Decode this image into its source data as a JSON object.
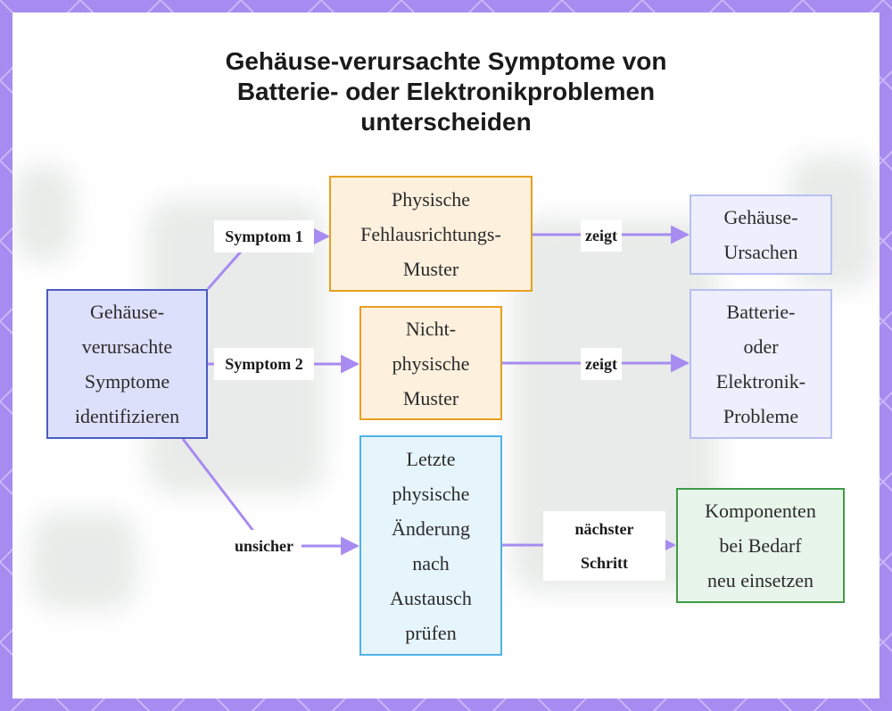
{
  "title_lines": [
    "Gehäuse-verursachte Symptome von",
    "Batterie- oder Elektronikproblemen",
    "unterscheiden"
  ],
  "nodes": {
    "start": {
      "lines": [
        "Gehäuse-",
        "verursachte",
        "Symptome",
        "identifizieren"
      ]
    },
    "physical": {
      "lines": [
        "Physische",
        "Fehlausrichtungs-",
        "Muster"
      ]
    },
    "nonphysical": {
      "lines": [
        "Nicht-",
        "physische",
        "Muster"
      ]
    },
    "lastchange": {
      "lines": [
        "Letzte",
        "physische",
        "Änderung",
        "nach",
        "Austausch",
        "prüfen"
      ]
    },
    "housing": {
      "lines": [
        "Gehäuse-",
        "Ursachen"
      ]
    },
    "battery": {
      "lines": [
        "Batterie-",
        "oder",
        "Elektronik-",
        "Probleme"
      ]
    },
    "reseat": {
      "lines": [
        "Komponenten",
        "bei Bedarf",
        "neu einsetzen"
      ]
    }
  },
  "edge_labels": {
    "symptom1": "Symptom 1",
    "symptom2": "Symptom 2",
    "unsure": "unsicher",
    "shows1": "zeigt",
    "shows2": "zeigt",
    "next_lines": [
      "nächster",
      "Schritt"
    ]
  },
  "colors": {
    "frame": "#a78bf0",
    "edge": "#a78bf0",
    "start_fill": "#dde0fb",
    "start_border": "#4a5cc0",
    "physical_fill": "#fdf0dd",
    "physical_border": "#e8a020",
    "lastchange_fill": "#e6f5fc",
    "lastchange_border": "#4fb3e6",
    "result_fill": "#eeeefc",
    "result_border": "#b8bff0",
    "reseat_fill": "#e8f5ea",
    "reseat_border": "#3f9b46"
  }
}
